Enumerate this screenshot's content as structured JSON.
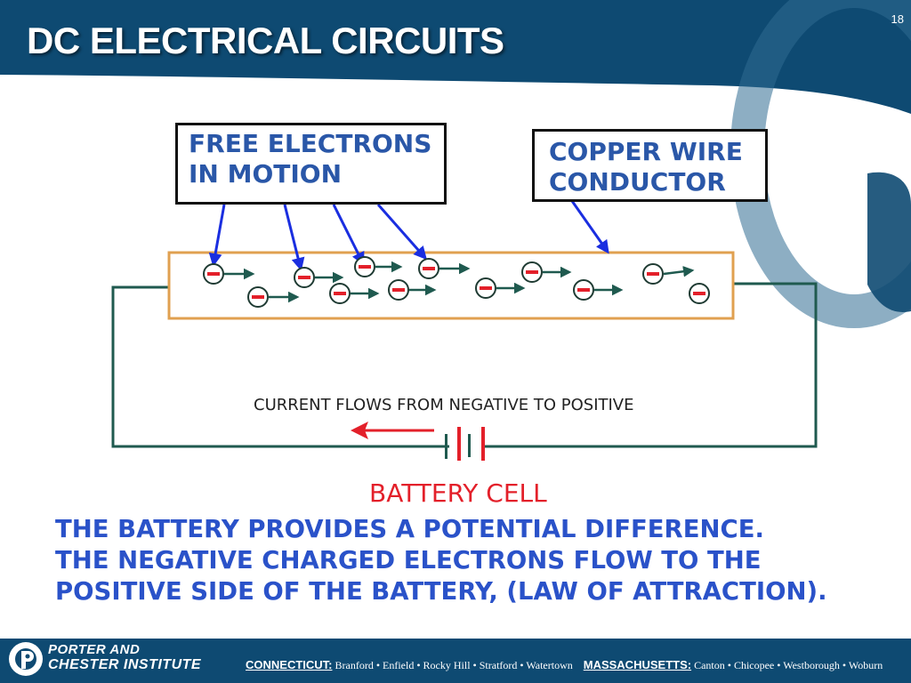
{
  "slide": {
    "title": "DC ELECTRICAL CIRCUITS",
    "number": "18"
  },
  "diagram": {
    "label_electrons": "FREE ELECTRONS\nIN MOTION",
    "label_conductor": "COPPER WIRE\nCONDUCTOR",
    "current_text": "CURRENT FLOWS FROM NEGATIVE TO POSITIVE",
    "battery_label": "BATTERY CELL",
    "electron_symbol": "−",
    "colors": {
      "wire": "#1f5a4f",
      "conductor_border": "#e0a050",
      "electron": "#e3202a",
      "pointer_arrow": "#1a2ee0",
      "current_arrow": "#e3202a"
    }
  },
  "description": {
    "line1": "THE BATTERY PROVIDES A POTENTIAL DIFFERENCE.",
    "line2": "THE NEGATIVE CHARGED ELECTRONS FLOW TO THE",
    "line3": "POSITIVE SIDE OF THE BATTERY, (LAW OF ATTRACTION)."
  },
  "footer": {
    "logo_line1": "PORTER AND",
    "logo_line2": "CHESTER INSTITUTE",
    "ct_label": "CONNECTICUT:",
    "ct_towns": "Branford • Enfield • Rocky Hill • Stratford • Watertown",
    "ma_label": "MASSACHUSETTS:",
    "ma_towns": "Canton • Chicopee • Westborough • Woburn"
  },
  "theme": {
    "header_color": "#0e4a72",
    "footer_color": "#0e4a72"
  }
}
